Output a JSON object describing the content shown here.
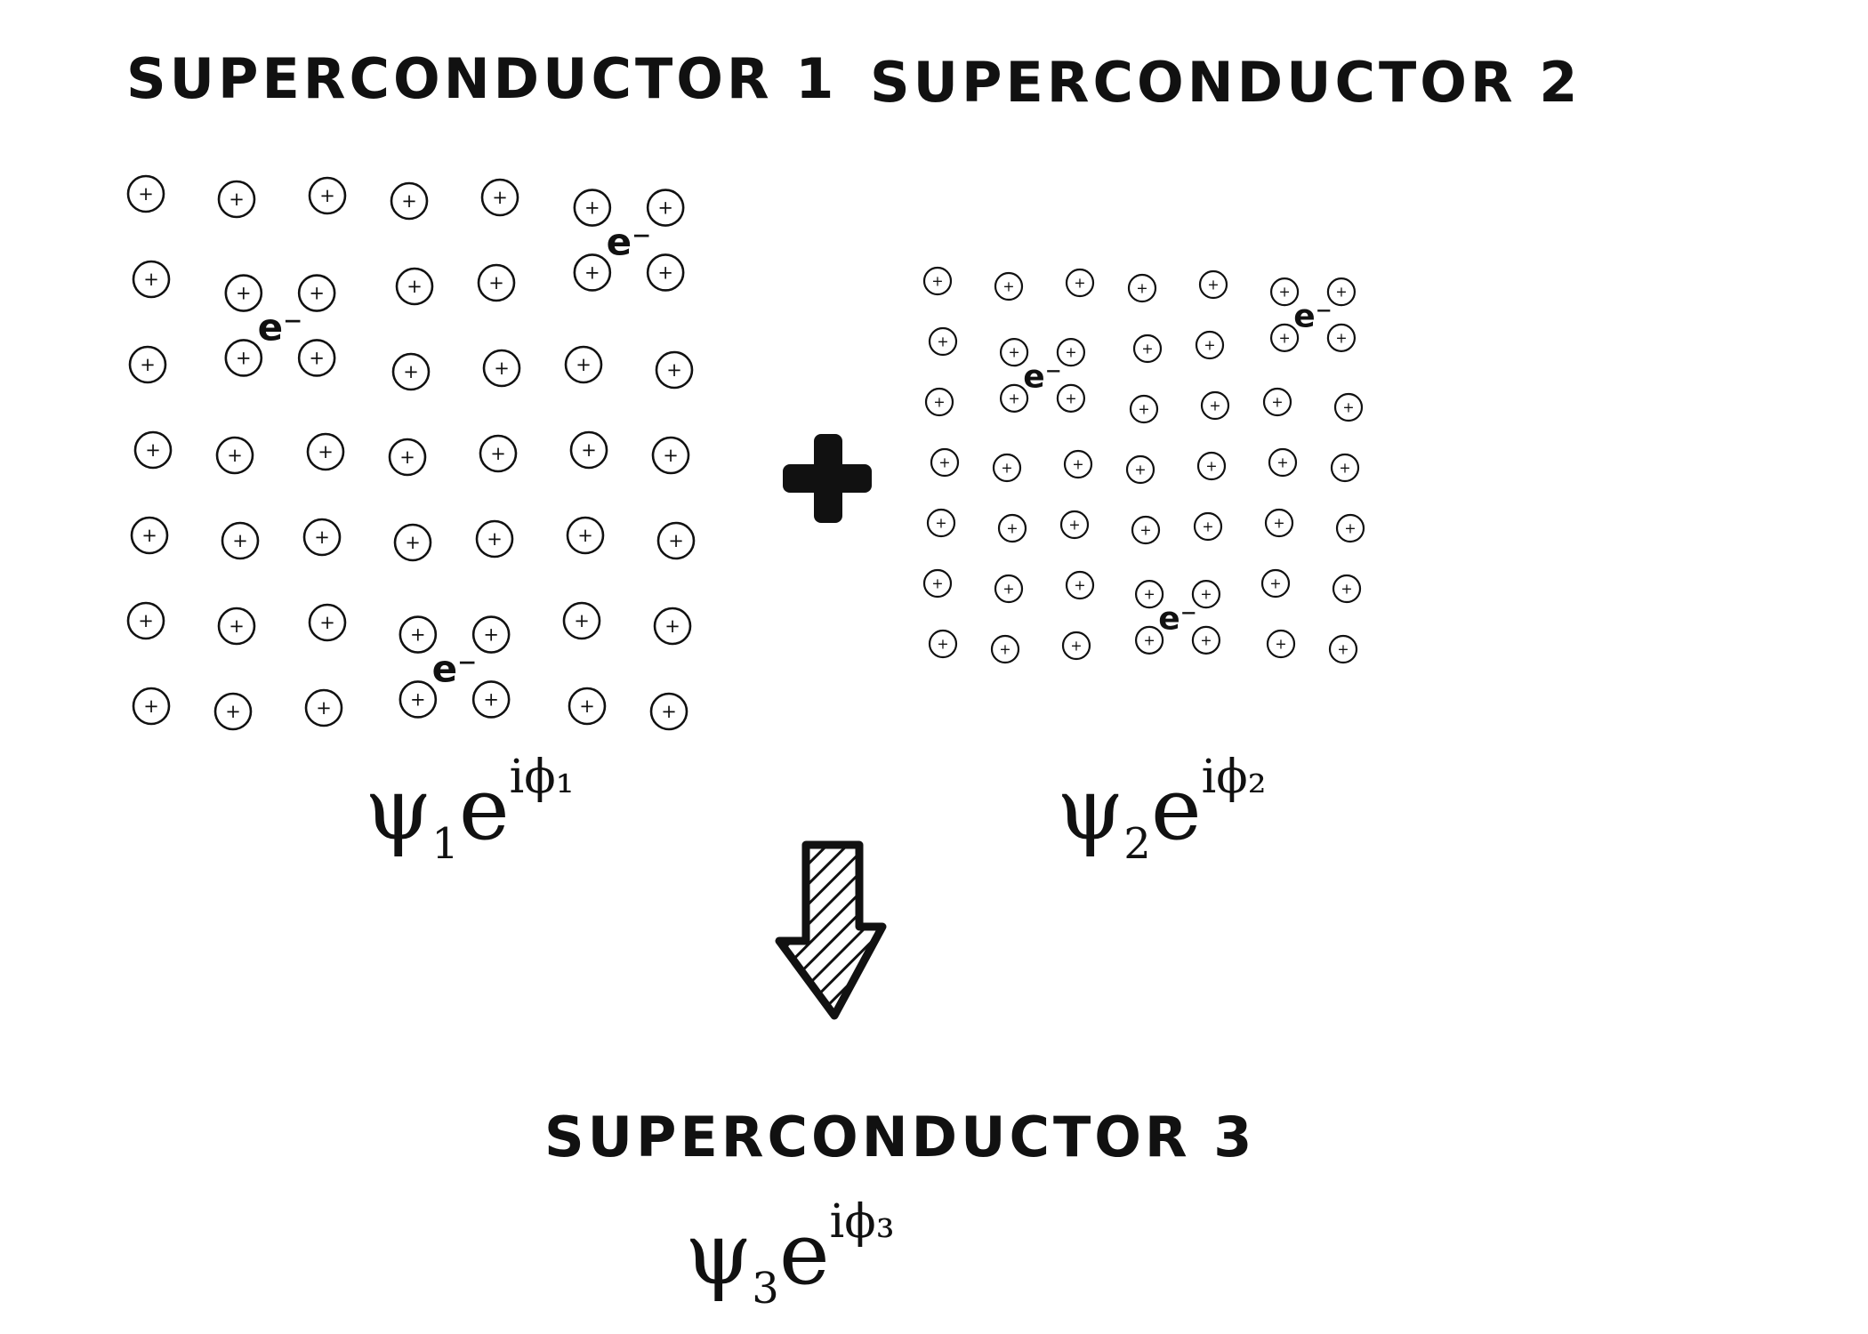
{
  "superconductor_1": {
    "title": "SUPERCONDUCTOR 1",
    "psi": "ψ",
    "psi_index": "1",
    "exp": "e",
    "exp_power": "iϕ₁"
  },
  "superconductor_2": {
    "title": "SUPERCONDUCTOR 2",
    "psi": "ψ",
    "psi_index": "2",
    "exp": "e",
    "exp_power": "iϕ₂"
  },
  "superconductor_3": {
    "title": "SUPERCONDUCTOR 3",
    "psi": "ψ",
    "psi_index": "3",
    "exp": "e",
    "exp_power": "iϕ₃"
  },
  "ion_symbol": "+",
  "electron_label": "e⁻",
  "colors": {
    "ink": "#111111",
    "background": "#ffffff"
  },
  "icons": {
    "combine": "plus-sign-icon",
    "result": "down-arrow-icon"
  }
}
